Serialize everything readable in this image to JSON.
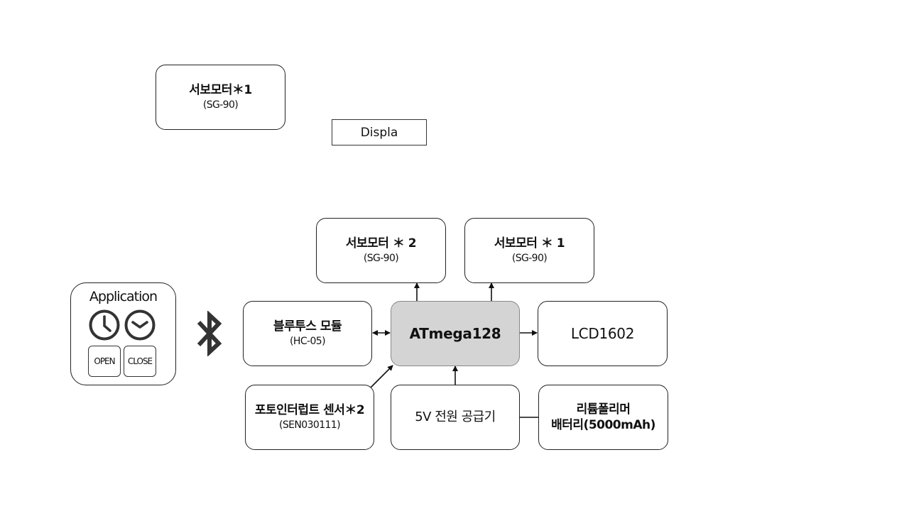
{
  "nodes": {
    "servo_top": {
      "line1": "서보모터＊1",
      "line2": "(SG-90)"
    },
    "display": {
      "label": "Displa"
    },
    "servo2": {
      "line1": "서보모터 ＊ 2",
      "line2": "(SG-90)"
    },
    "servo1": {
      "line1": "서보모터 ＊ 1",
      "line2": "(SG-90)"
    },
    "bluetooth": {
      "line1": "블루투스 모듈",
      "line2": "(HC-05)"
    },
    "mcu": {
      "label": "ATmega128"
    },
    "lcd": {
      "label": "LCD1602"
    },
    "photo": {
      "line1": "포토인터럽트 센서＊2",
      "line2": "(SEN030111)"
    },
    "power": {
      "label": "5V 전원 공급기"
    },
    "battery": {
      "line1": "리튬폴리머",
      "line2": "배터리(5000mAh)"
    }
  },
  "application": {
    "title": "Application",
    "open_label": "OPEN",
    "close_label": "CLOSE"
  },
  "icons": {
    "bluetooth": "bluetooth-icon",
    "clock1": "clock-icon",
    "clock2": "clock-icon"
  },
  "colors": {
    "mcu_fill": "#d4d4d4",
    "border": "#222222"
  }
}
